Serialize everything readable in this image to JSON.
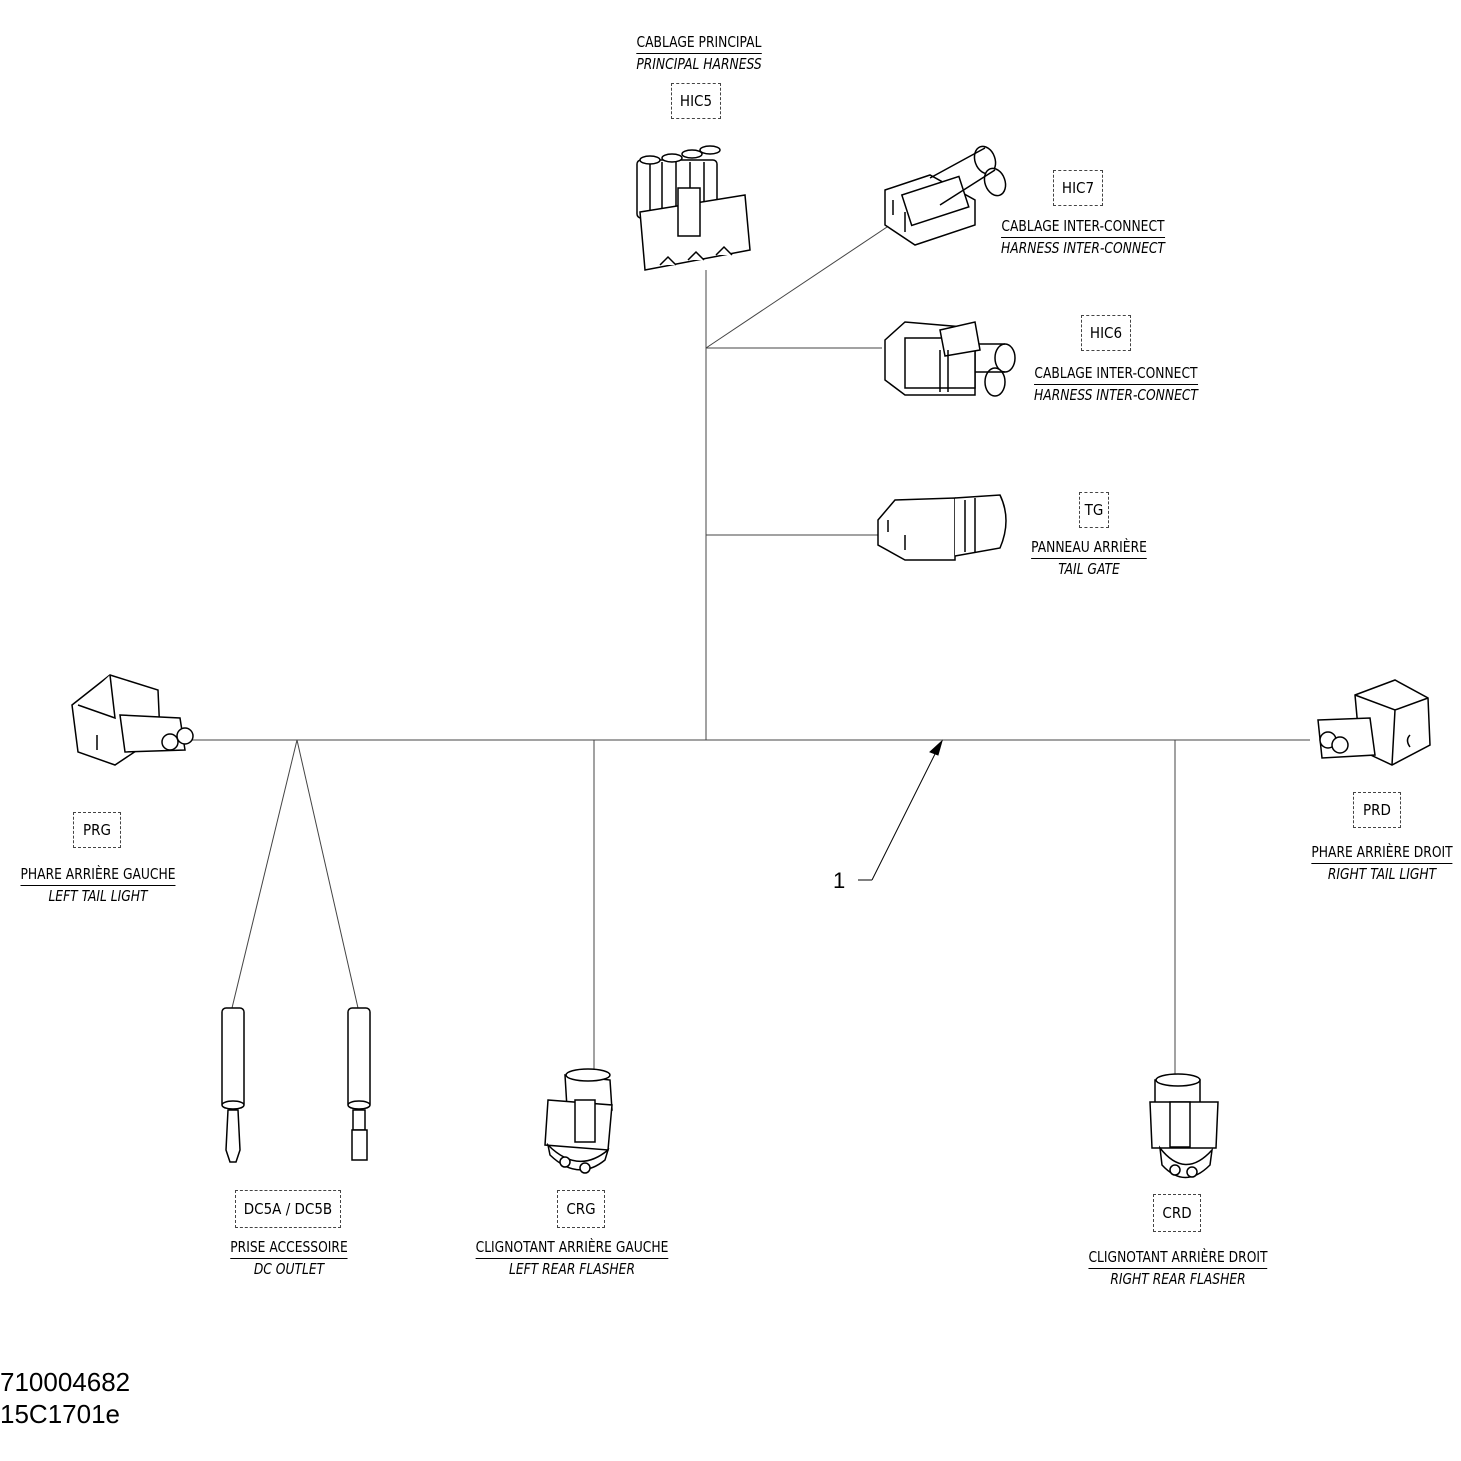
{
  "part_callout": "1",
  "codes": [
    "710004682",
    "15C1701e"
  ],
  "connectors": {
    "hic5": {
      "code": "HIC5",
      "fr": "CABLAGE PRINCIPAL",
      "en": "PRINCIPAL HARNESS"
    },
    "hic7": {
      "code": "HIC7",
      "fr": "CABLAGE INTER-CONNECT",
      "en": "HARNESS INTER-CONNECT"
    },
    "hic6": {
      "code": "HIC6",
      "fr": "CABLAGE INTER-CONNECT",
      "en": "HARNESS INTER-CONNECT"
    },
    "tg": {
      "code": "TG",
      "fr": "PANNEAU ARRIÈRE",
      "en": "TAIL GATE"
    },
    "prg": {
      "code": "PRG",
      "fr": "PHARE ARRIÈRE GAUCHE",
      "en": "LEFT TAIL LIGHT"
    },
    "prd": {
      "code": "PRD",
      "fr": "PHARE ARRIÈRE DROIT",
      "en": "RIGHT TAIL LIGHT"
    },
    "dc5": {
      "code": "DC5A / DC5B",
      "fr": "PRISE ACCESSOIRE",
      "en": "DC OUTLET"
    },
    "crg": {
      "code": "CRG",
      "fr": "CLIGNOTANT ARRIÈRE GAUCHE",
      "en": "LEFT REAR FLASHER"
    },
    "crd": {
      "code": "CRD",
      "fr": "CLIGNOTANT ARRIÈRE DROIT",
      "en": "RIGHT REAR FLASHER"
    }
  }
}
